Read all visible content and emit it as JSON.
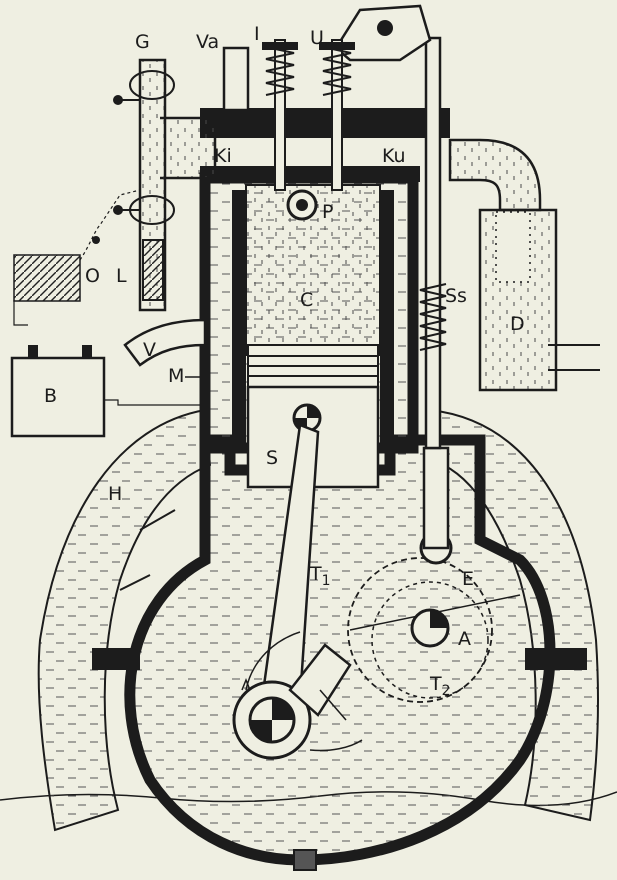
{
  "diagram": {
    "paper_color": "#efefe2",
    "ink_color": "#1c1c1c",
    "labels": {
      "G": "G",
      "Va": "Va",
      "I": "I",
      "U": "U",
      "Ki": "Ki",
      "Ku": "Ku",
      "P": "P",
      "O": "O",
      "L": "L",
      "C": "C",
      "Ss": "Ss",
      "D": "D",
      "V": "V",
      "M": "M",
      "B": "B",
      "S": "S",
      "H": "H",
      "T1": "T",
      "T1_sub": "1",
      "E": "E",
      "A": "A",
      "T2": "T",
      "T2_sub": "2"
    }
  }
}
